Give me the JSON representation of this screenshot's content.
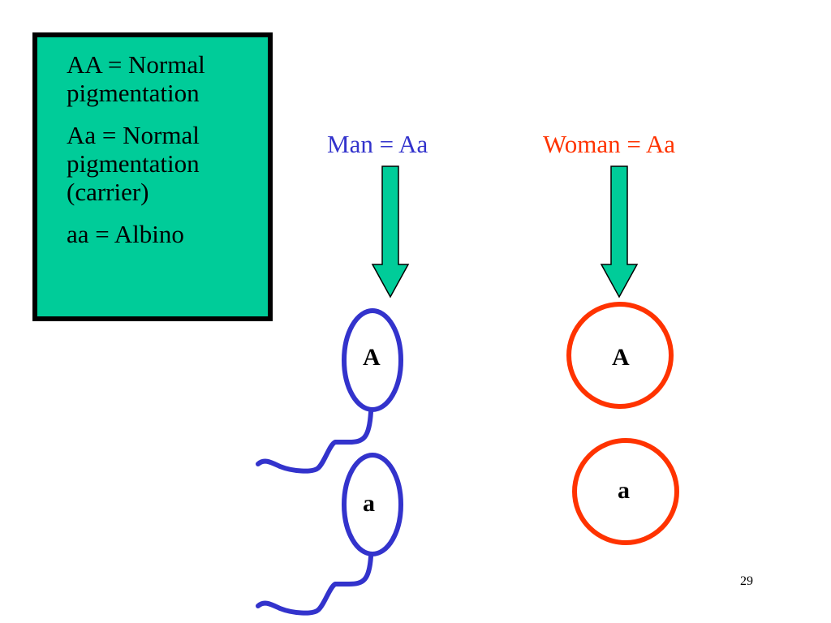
{
  "legend": {
    "entries": [
      "AA = Normal\npigmentation",
      "Aa = Normal\npigmentation\n(carrier)",
      "aa = Albino"
    ]
  },
  "parents": {
    "man": {
      "label": "Man = Aa",
      "color": "#3333cc"
    },
    "woman": {
      "label": "Woman = Aa",
      "color": "#ff3300"
    }
  },
  "gametes": {
    "man": [
      "A",
      "a"
    ],
    "woman": [
      "A",
      "a"
    ]
  },
  "colors": {
    "box_fill": "#00cc99",
    "box_border": "#000000",
    "arrow_fill": "#00cc99",
    "sperm": "#3333cc",
    "egg": "#ff3300"
  },
  "page_number": "29"
}
